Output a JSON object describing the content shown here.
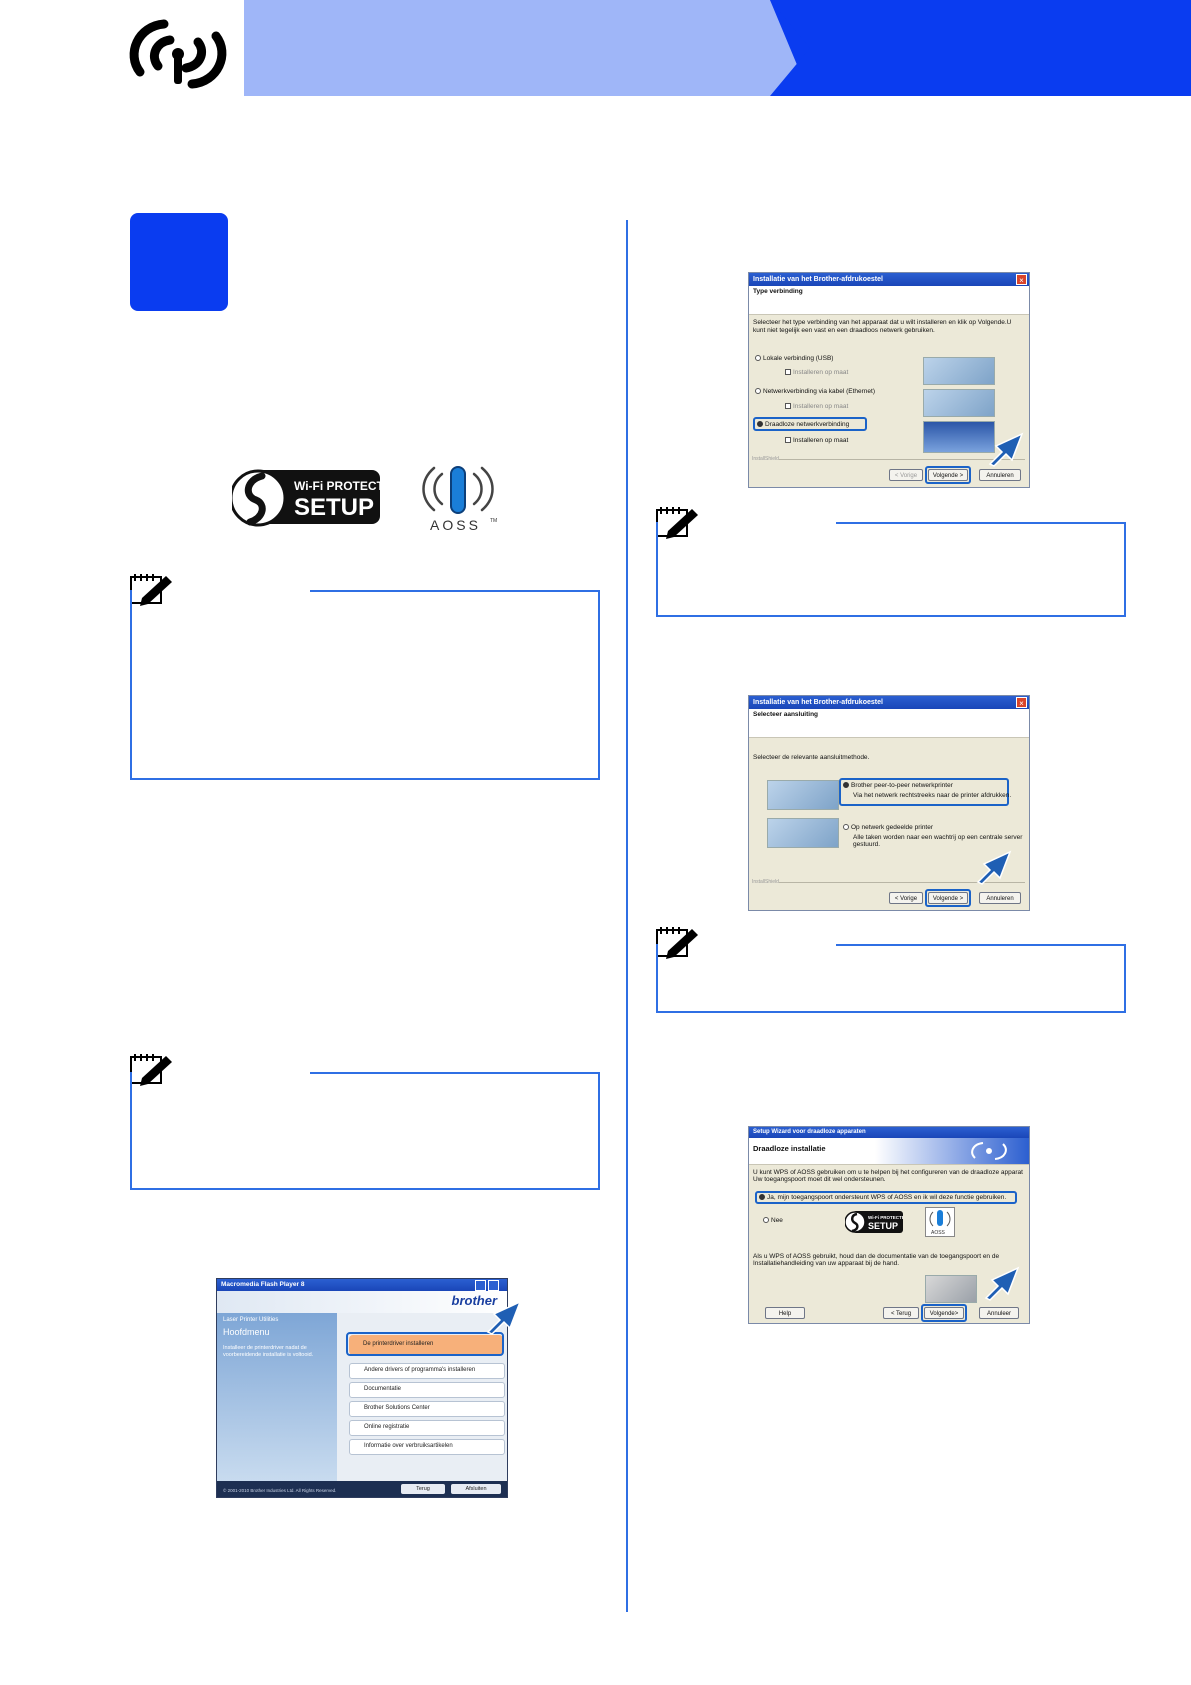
{
  "dialog_connection_type": {
    "title": "Installatie van het Brother-afdrukoestel",
    "heading": "Type verbinding",
    "description": "Selecteer het type verbinding van het apparaat dat u wilt installeren en klik op Volgende.U kunt niet tegelijk een vast en een draadloos netwerk gebruiken.",
    "options": [
      {
        "label": "Lokale verbinding (USB)",
        "sub": "Installeren op maat"
      },
      {
        "label": "Netwerkverbinding via kabel (Ethernet)",
        "sub": "Installeren op maat"
      },
      {
        "label": "Draadloze netwerkverbinding",
        "sub": "Installeren op maat"
      }
    ],
    "footer": "InstallShield",
    "back": "< Vorige",
    "next": "Volgende >",
    "cancel": "Annuleren"
  },
  "dialog_select_connection": {
    "title": "Installatie van het Brother-afdrukoestel",
    "heading": "Selecteer aansluiting",
    "description": "Selecteer de relevante aansluitmethode.",
    "option1": "Brother peer-to-peer netwerkprinter",
    "option1_sub": "Via het netwerk rechtstreeks naar de printer afdrukken.",
    "option2": "Op netwerk gedeelde printer",
    "option2_sub": "Alle taken worden naar een wachtrij op een centrale server gestuurd.",
    "footer": "InstallShield",
    "back": "< Vorige",
    "next": "Volgende >",
    "cancel": "Annuleren"
  },
  "dialog_wizard": {
    "title": "Setup Wizard voor draadloze apparaten",
    "heading": "Draadloze installatie",
    "description": "U kunt WPS of AOSS gebruiken om u te helpen bij het configureren van de draadloze apparat Uw toegangspoort moet dit wel ondersteunen.",
    "option_yes": "Ja, mijn toegangspoort ondersteunt WPS of AOSS en ik wil deze functie gebruiken.",
    "option_no": "Nee",
    "info": "Als u WPS of AOSS gebruikt, houd dan de documentatie van de toegangspoort en de Installatiehandleiding van uw apparaat bij de hand.",
    "help": "Help",
    "back": "< Terug",
    "next": "Volgende>",
    "cancel": "Annuleer"
  },
  "flash_window": {
    "title": "Macromedia Flash Player 8",
    "brand": "brother",
    "section": "Laser Printer Utilities",
    "menu_title": "Hoofdmenu",
    "hint": "Installeer de printerdriver nadat de voorbereidende installatie is voltooid.",
    "items": [
      "De printerdriver installeren",
      "Andere drivers of programma's installeren",
      "Documentatie",
      "Brother Solutions Center",
      "Online registratie",
      "Informatie over verbruiksartikelen"
    ],
    "copyright": "© 2001-2010 Brother Industries Ltd. All Rights Reserved.",
    "back": "Terug",
    "exit": "Afsluiten"
  },
  "logos": {
    "wps_line1": "Wi-Fi PROTECTED",
    "wps_line2": "SETUP",
    "aoss": "AOSS",
    "tm": "TM"
  },
  "colors": {
    "header_light": "#9fb6f8",
    "header_dark": "#0a3cf0",
    "accent": "#2f6fe4",
    "highlight": "#1b63c8"
  }
}
